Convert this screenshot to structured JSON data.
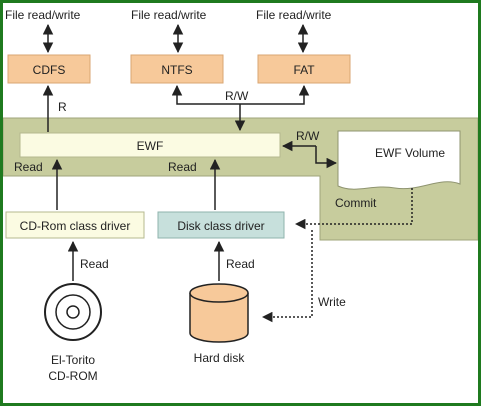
{
  "labels": {
    "file_rw_cdfs": "File read/write",
    "file_rw_ntfs": "File read/write",
    "file_rw_fat": "File read/write",
    "r": "R",
    "rw_fs": "R/W",
    "rw_vol": "R/W",
    "read_left": "Read",
    "read_mid": "Read",
    "commit": "Commit",
    "read_cd": "Read",
    "read_disk": "Read",
    "write": "Write"
  },
  "boxes": {
    "cdfs": "CDFS",
    "ntfs": "NTFS",
    "fat": "FAT",
    "ewf": "EWF",
    "ewf_volume": "EWF Volume",
    "cdrom_driver": "CD-Rom class driver",
    "disk_driver": "Disk class driver"
  },
  "devices": {
    "cdrom_line1": "El-Torito",
    "cdrom_line2": "CD-ROM",
    "harddisk": "Hard disk"
  },
  "colors": {
    "frame": "#1f7a1f",
    "fs_box": "#f7c99a",
    "ewf_band": "#c7cc9d",
    "ewf_box": "#fbfbe2",
    "cd_driver": "#fbfbe2",
    "disk_driver": "#c7e0dc",
    "disk_fill": "#f7c99a"
  }
}
